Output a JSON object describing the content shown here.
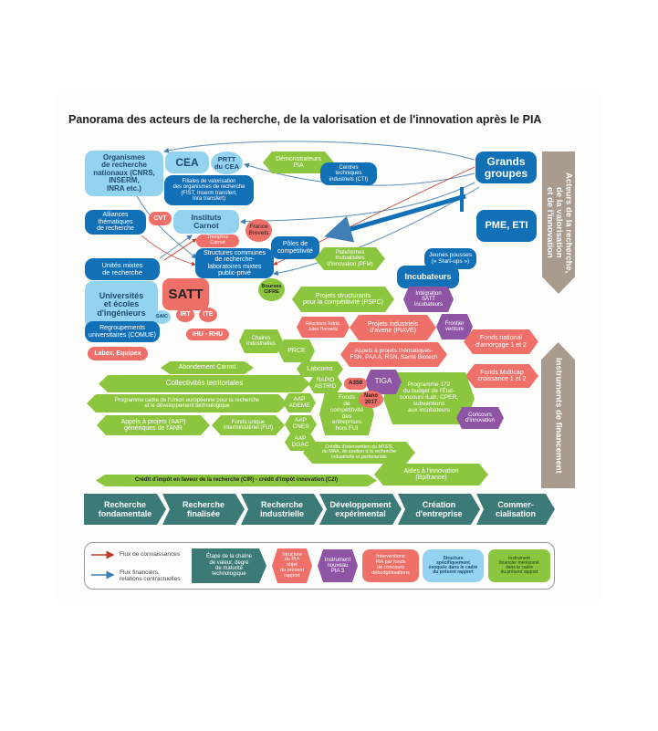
{
  "title": "Panorama des acteurs de la recherche, de la valorisation et de l'innovation après le PIA",
  "side": {
    "actors": "Acteurs de la recherche,\nde la valorisation\net de l'innovation",
    "instruments": "Instruments de financement"
  },
  "nodes": {
    "organismes": "Organismes\nde recherche\nnationaux (CNRS,\nINSERM,\nINRA etc.)",
    "cea": "CEA",
    "prtt": "PRTT\ndu CEA",
    "filiales": "Filiales de valorisation\ndes organismes de recherche\n(FIST, Inserm transfert,\nInra transfert)",
    "demonstrateurs": "Démonstrateurs\nPIA",
    "cti": "Centres\ntechniques\nindustriels (CTI)",
    "grands_groupes": "Grands\ngroupes",
    "alliances": "Alliances\nthématiques\nde recherche",
    "cvt": "CVT",
    "carnot": "Instituts\nCarnot",
    "france_brevets": "France\nBrevets",
    "tremplins": "Tremplins\nCarnot",
    "poles": "Pôles de\ncompétitivité",
    "pme": "PME, ETI",
    "structures_communes": "Structures communes\nde recherche-\nlaboratoires mixtes\npublic-privé",
    "pfm": "Plateformes\nmutualisées\nd'innovation (PFM)",
    "jeunes_pousses": "Jeunes pousses\n(« Start-ups »)",
    "incubateurs": "Incubateurs",
    "umr": "Unités mixtes\nde recherche",
    "cifre": "Bourses\nCIFRE",
    "universites": "Universités\net écoles\nd'ingénieurs",
    "satt": "SATT",
    "pspc": "Projets structurants\npour la compétitivité (PSPC)",
    "integration": "Intégration\nSATT\nincubateurs",
    "saic": "SAIC",
    "irt": "IRT",
    "ite": "ITE",
    "comue": "Regroupements\nuniversitaires (COMUE)",
    "ihu": "IHU - RHU",
    "labex": "Labex, Equipex",
    "chaires": "Chaires\nindustrielles",
    "prce": "PRCE",
    "reacteurs": "Réacteurs Astrid,\nJules Horowitz",
    "piave": "Projets industriels\nd'avenir (PIAVE)",
    "frontier": "Frontier\nventure",
    "fna": "Fonds national\nd'amorçage 1 et 2",
    "aap_thematiques": "Appels à projets thématiques-\nFSN, PAA A, RSN, Santé Biotech",
    "abondement": "Abondement Carnot",
    "labcoms": "Labcoms",
    "multicap": "Fonds Multicap\ncroissance 1 et 2",
    "collectivites": "Collectivités territoriales",
    "rapid": "RAPID\nASTRID",
    "a350": "A350",
    "tiga": "TIGA",
    "prog172": "Programme 172\ndu budget de l'État-\nconcours iLab, CPER,\nsubventions\naux incubateurs",
    "pcrd": "Programme cadre de l'Union européenne pour la recherche\net le développement technologique",
    "ademe": "AAP\nADEME",
    "fonds_compet": "Fonds\nde\ncompétitivité\ndes\nentreprises\nhors FUI",
    "nano": "Nano\n2017",
    "concours": "Concours\nd'innovation",
    "anr": "Appels à projets (AAP)\ngénériques de l'ANR",
    "fui": "Fonds unique\ninterministériel (FUI)",
    "cnes": "AAP\nCNES",
    "dgac": "AAP\nDGAC",
    "mtes": "Crédits d'intervention du MTES,\ndu MAA, de soutien à la recherche\nindustrielle et partenariale",
    "bpi": "Aides à l'innovation\n(Bpifrance)",
    "cir": "Crédit d'impôt en faveur de la recherche (CIR) - crédit d'impôt innovation (C2I)"
  },
  "chain": [
    "Recherche\nfondamentale",
    "Recherche\nfinalisée",
    "Recherche\nindustrielle",
    "Développement\nexpérimental",
    "Création\nd'entreprise",
    "Commer-\ncialisation"
  ],
  "legend": {
    "flux_connaissances": "Flux de connaissances",
    "flux_financiers": "Flux financiers,\nrelations contractuelles",
    "etape": "Étape de la chaîne\nde valeur, degré\nde maturité\ntechnologique",
    "structure_pia": "Structure\ndu PIA\nobjet\ndu présent\nrapport",
    "instrument_pia3": "Instrument\nnouveau\nPIA 3",
    "interventions": "Interventions\nPIA par fonds\nde concours\ndébudgétisations",
    "structure_specifique": "Structure\nspécifiquement\névoquée dans le cadre\ndu présent rapport",
    "instrument_financier": "Instrument\nfinancier mentionné\ndans le cadre\ndu présent rapport"
  },
  "colors": {
    "light_blue": "#93d3f0",
    "dark_blue": "#1270b7",
    "salmon": "#ee7068",
    "green": "#8cc63f",
    "purple": "#8e55a5",
    "teal": "#3b7a77",
    "brown": "#a99b8d"
  }
}
